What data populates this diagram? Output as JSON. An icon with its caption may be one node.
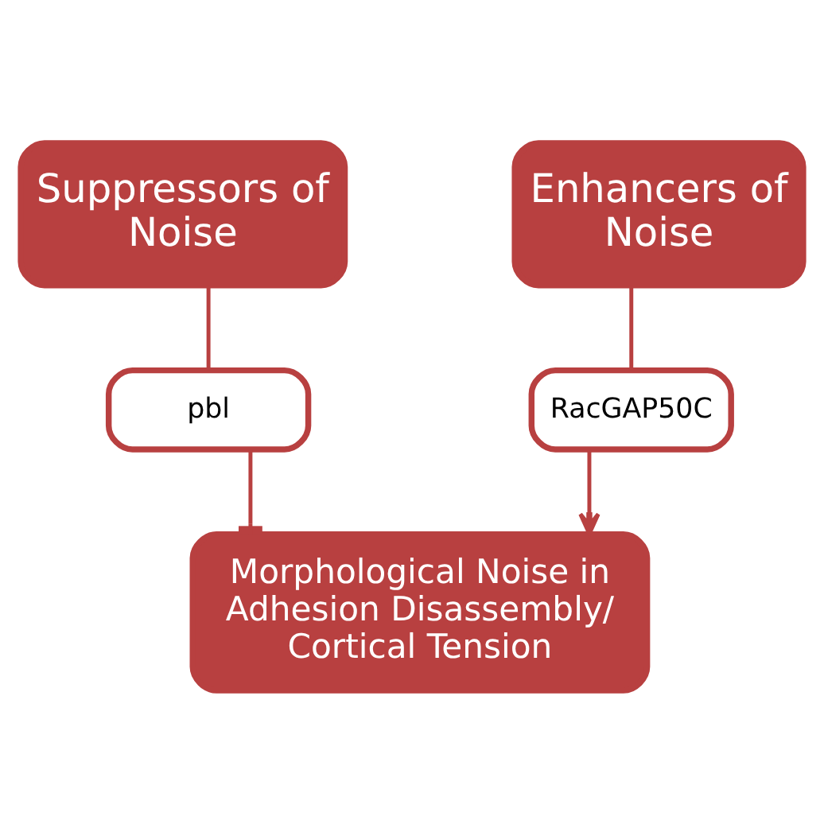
{
  "diagram": {
    "nodes": [
      {
        "text": [
          "Suppressors of Noise"
        ]
      },
      {
        "text": [
          "Enhancers of Noise"
        ]
      },
      {
        "text": [
          "pbl"
        ]
      },
      {
        "text": [
          "RacGAP50C"
        ]
      },
      {
        "text": [
          "Morphological Noise in Adhesion Disassembly/ Cortical Tension"
        ]
      }
    ],
    "edges": [
      {
        "from": 0,
        "to": 2,
        "arrow": "none"
      },
      {
        "from": 1,
        "to": 3,
        "arrow": "none"
      },
      {
        "from": 2,
        "to": 4,
        "arrow": "other"
      },
      {
        "from": 3,
        "to": 4,
        "arrow": "to"
      }
    ]
  }
}
